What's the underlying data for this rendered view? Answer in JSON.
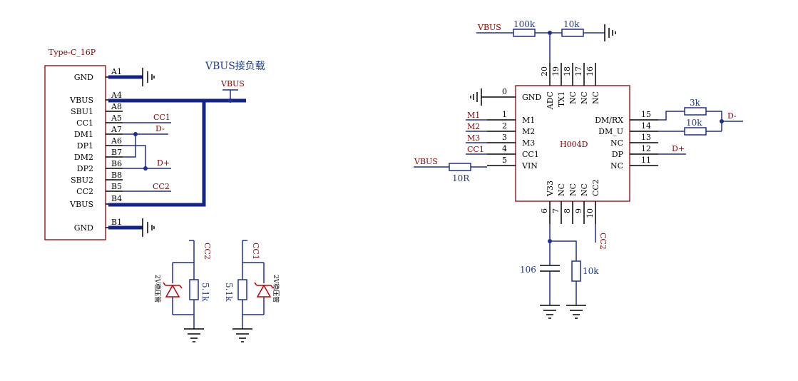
{
  "connector": {
    "title": "Type-C_16P",
    "left_pins": [
      "GND",
      "VBUS",
      "SBU1",
      "CC1",
      "DM1",
      "DP1",
      "DM2",
      "DP2",
      "SBU2",
      "CC2",
      "VBUS",
      "GND"
    ],
    "pin_numbers": [
      "A1",
      "A4",
      "A8",
      "A5",
      "A7",
      "A6",
      "B7",
      "B6",
      "B8",
      "B5",
      "B4",
      "B1"
    ]
  },
  "load_label": "VBUS接负载",
  "nets": {
    "vbus": "VBUS",
    "cc1": "CC1",
    "cc2": "CC2",
    "dminus": "D-",
    "dplus": "D+",
    "m1": "M1",
    "m2": "M2",
    "m3": "M3"
  },
  "zener_circuits": {
    "res_value": "5.1k",
    "zener_label": "2V稳压管"
  },
  "ic": {
    "name": "H004D",
    "left_pins": [
      {
        "num": "0",
        "name": "GND"
      },
      {
        "num": "1",
        "name": "M1"
      },
      {
        "num": "2",
        "name": "M2"
      },
      {
        "num": "3",
        "name": "M3"
      },
      {
        "num": "4",
        "name": "CC1"
      },
      {
        "num": "5",
        "name": "VIN"
      }
    ],
    "right_pins": [
      {
        "num": "15",
        "name": "DM/RX"
      },
      {
        "num": "14",
        "name": "DM_U"
      },
      {
        "num": "13",
        "name": "NC"
      },
      {
        "num": "12",
        "name": "DP"
      },
      {
        "num": "11",
        "name": "NC"
      }
    ],
    "top_pins": [
      {
        "num": "20",
        "name": "ADC"
      },
      {
        "num": "19",
        "name": "TX1"
      },
      {
        "num": "18",
        "name": "NC"
      },
      {
        "num": "17",
        "name": "NC"
      },
      {
        "num": "16",
        "name": "NC"
      }
    ],
    "bottom_pins": [
      {
        "num": "6",
        "name": "V33"
      },
      {
        "num": "7",
        "name": "NC"
      },
      {
        "num": "8",
        "name": "NC"
      },
      {
        "num": "9",
        "name": "NC"
      },
      {
        "num": "10",
        "name": "CC2"
      }
    ]
  },
  "components": {
    "r_100k": "100k",
    "r_10k_top": "10k",
    "r_3k": "3k",
    "r_10k_right": "10k",
    "r_10r": "10R",
    "c_106": "106",
    "r_10k_bottom": "10k"
  }
}
